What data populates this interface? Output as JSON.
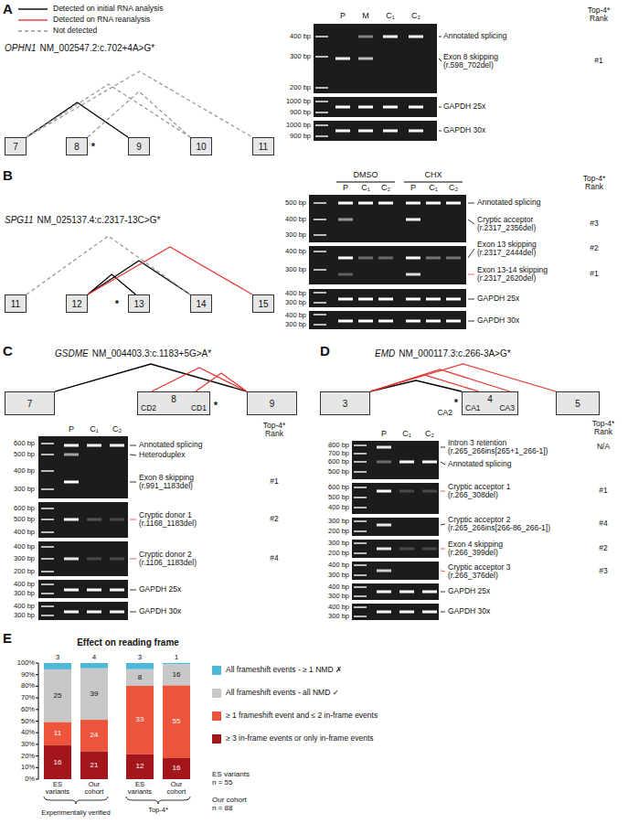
{
  "diagram": {
    "nodes": [
      {
        "text": [
          "7"
        ]
      },
      {
        "text": [
          "8"
        ]
      },
      {
        "text": [
          "9"
        ]
      },
      {
        "text": [
          "10"
        ]
      },
      {
        "text": [
          "11"
        ]
      },
      {
        "text": [
          "11"
        ]
      },
      {
        "text": [
          "12"
        ]
      },
      {
        "text": [
          "13"
        ]
      },
      {
        "text": [
          "14"
        ]
      },
      {
        "text": [
          "15"
        ]
      },
      {
        "text": [
          "7"
        ]
      },
      {
        "text": [
          "8",
          "CD2",
          "CD1"
        ]
      },
      {
        "text": [
          "9"
        ]
      },
      {
        "text": [
          "3"
        ]
      },
      {
        "text": [
          "4",
          "CA1",
          "CA3"
        ]
      },
      {
        "text": [
          "5"
        ]
      }
    ],
    "edges": [
      {
        "from": 0,
        "to": 2,
        "arrow": "none"
      },
      {
        "from": 0,
        "to": 3,
        "arrow": "none"
      },
      {
        "from": 0,
        "to": 4,
        "arrow": "none"
      },
      {
        "from": 1,
        "to": 3,
        "arrow": "none"
      },
      {
        "from": 6,
        "to": 7,
        "arrow": "none"
      },
      {
        "from": 6,
        "to": 8,
        "arrow": "none"
      },
      {
        "from": 6,
        "to": 9,
        "arrow": "none"
      },
      {
        "from": 5,
        "to": 8,
        "arrow": "none"
      },
      {
        "from": 10,
        "to": 12,
        "arrow": "none"
      },
      {
        "from": 11,
        "to": 12,
        "arrow": "none"
      },
      {
        "from": 11,
        "to": 12,
        "arrow": "none"
      },
      {
        "from": 13,
        "to": 14,
        "arrow": "none"
      },
      {
        "from": 13,
        "to": 14,
        "arrow": "none"
      },
      {
        "from": 13,
        "to": 14,
        "arrow": "none"
      },
      {
        "from": 13,
        "to": 15,
        "arrow": "none"
      }
    ],
    "labels": [
      "A",
      "OPHN1",
      "NM_002547.2:c.702+4A>G*",
      "*",
      "P",
      "M",
      "C₁",
      "C₂",
      "400 bp",
      "300 bp",
      "200 bp",
      "1000 bp",
      "900 bp",
      "1000 bp",
      "900 bp",
      "Annotated splicing",
      "Exon 8 skipping (r.598_702del)",
      "GAPDH 25x",
      "GAPDH 30x",
      "Top-4* Rank",
      "#1",
      "B",
      "SPG11",
      "NM_025137.4:c.2317-13C>G*",
      "*",
      "DMSO",
      "CHX",
      "P",
      "C₁",
      "C₂",
      "P",
      "C₁",
      "C₂",
      "500 bp",
      "400 bp",
      "300 bp",
      "400 bp",
      "300 bp",
      "400 bp",
      "300 bp",
      "400 bp",
      "300 bp",
      "Annotated splicing",
      "Cryptic acceptor (r.2317_2356del)",
      "Exon 13 skipping (r.2317_2444del)",
      "Exon 13-14 skipping (r.2317_2620del)",
      "GAPDH 25x",
      "GAPDH 30x",
      "Top-4* Rank",
      "#3",
      "#2",
      "#1",
      "C",
      "GSDME",
      "NM_004403.3:c.1183+5G>A*",
      "*",
      "P",
      "C₁",
      "C₂",
      "600 bp",
      "500 bp",
      "400 bp",
      "300 bp",
      "600 bp",
      "500 bp",
      "400 bp",
      "400 bp",
      "300 bp",
      "200 bp",
      "400 bp",
      "300 bp",
      "400 bp",
      "300 bp",
      "Annotated splicing",
      "Heteroduplex",
      "Exon 8 skipping (r.991_1183del)",
      "Cryptic donor 1 (r.1168_1183del)",
      "Cryptic donor 2 (r.1106_1183del)",
      "GAPDH 25x",
      "GAPDH 30x",
      "Top-4* Rank",
      "#1",
      "#2",
      "#4",
      "D",
      "EMD",
      "NM_000117.3:c.266-3A>G*",
      "CA2",
      "*",
      "P",
      "C₁",
      "C₂",
      "800 bp",
      "700 bp",
      "600 bp",
      "500 bp",
      "600 bp",
      "500 bp",
      "400 bp",
      "300 bp",
      "200 bp",
      "300 bp",
      "200 bp",
      "400 bp",
      "300 bp",
      "400 bp",
      "300 bp",
      "400 bp",
      "300 bp",
      "Intron 3 retention (r.265_266ins[265+1_266-1])",
      "Annotated splicing",
      "Cryptic acceptor 1 (r.266_308del)",
      "Cryptic acceptor 2 (r.265_266ins[266-86_266-1])",
      "Exon 4 skipping (r.266_399del)",
      "Cryptic acceptor 3 (r.266_376del)",
      "GAPDH 25x",
      "GAPDH 30x",
      "Top-4* Rank",
      "N/A",
      "#1",
      "#4",
      "#2",
      "#3",
      "E",
      "Effect on reading frame",
      "100%",
      "90%",
      "80%",
      "70%",
      "60%",
      "50%",
      "40%",
      "30%",
      "20%",
      "10%",
      "0%",
      "3",
      "25",
      "11",
      "16",
      "4",
      "39",
      "24",
      "21",
      "3",
      "8",
      "33",
      "12",
      "1",
      "16",
      "55",
      "16",
      "ES variants",
      "Our cohort",
      "ES variants",
      "Our cohort",
      "Experimentally verified",
      "Top-4*",
      "ES variants n = 55",
      "Our cohort n = 88"
    ],
    "legend": [
      {
        "text": "Detected on initial RNA analysis"
      },
      {
        "text": "Detected on RNA reanalysis"
      },
      {
        "text": "Not detected"
      },
      {
        "text": "All frameshift events - ≥ 1 NMD ✗",
        "color": "#4db8d8"
      },
      {
        "text": "All frameshift events - all NMD ✓",
        "color": "#c8c8c8"
      },
      {
        "text": "≥ 1 frameshift event and ≤ 2 in-frame events",
        "color": "#ec553c"
      },
      {
        "text": "≥ 3 in-frame events or only in-frame events",
        "color": "#a3161b"
      }
    ]
  }
}
